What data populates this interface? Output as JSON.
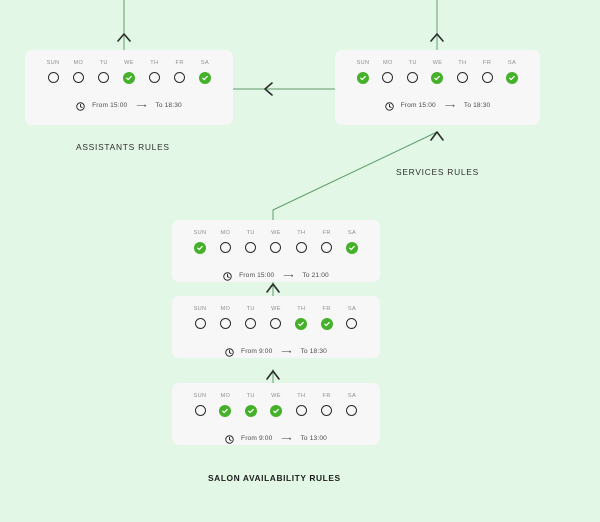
{
  "canvas": {
    "background_color": "#e2f7e5",
    "card_background_color": "#f7f7f7",
    "accent_color": "#45b02a",
    "edge_color": "#5f9e6d"
  },
  "icons": {
    "clock": "clock-icon",
    "check": "check-icon",
    "flow_arrow": "arrow-right-icon"
  },
  "day_labels": [
    "SUN",
    "MO",
    "TU",
    "WE",
    "TH",
    "FR",
    "SA"
  ],
  "time_prefix_from": "From",
  "time_prefix_to": "To",
  "cards": [
    {
      "id": "assistants-rule-card",
      "days": [
        {
          "label": "SUN",
          "checked": false
        },
        {
          "label": "MO",
          "checked": false
        },
        {
          "label": "TU",
          "checked": false
        },
        {
          "label": "WE",
          "checked": true
        },
        {
          "label": "TH",
          "checked": false
        },
        {
          "label": "FR",
          "checked": false
        },
        {
          "label": "SA",
          "checked": true
        }
      ],
      "from": "From 15:00",
      "to": "To 18:30"
    },
    {
      "id": "services-rule-card",
      "days": [
        {
          "label": "SUN",
          "checked": true
        },
        {
          "label": "MO",
          "checked": false
        },
        {
          "label": "TU",
          "checked": false
        },
        {
          "label": "WE",
          "checked": true
        },
        {
          "label": "TH",
          "checked": false
        },
        {
          "label": "FR",
          "checked": false
        },
        {
          "label": "SA",
          "checked": true
        }
      ],
      "from": "From 15:00",
      "to": "To 18:30"
    },
    {
      "id": "salon-rule-card-1",
      "days": [
        {
          "label": "SUN",
          "checked": true
        },
        {
          "label": "MO",
          "checked": false
        },
        {
          "label": "TU",
          "checked": false
        },
        {
          "label": "WE",
          "checked": false
        },
        {
          "label": "TH",
          "checked": false
        },
        {
          "label": "FR",
          "checked": false
        },
        {
          "label": "SA",
          "checked": true
        }
      ],
      "from": "From 15:00",
      "to": "To 21:00"
    },
    {
      "id": "salon-rule-card-2",
      "days": [
        {
          "label": "SUN",
          "checked": false
        },
        {
          "label": "MO",
          "checked": false
        },
        {
          "label": "TU",
          "checked": false
        },
        {
          "label": "WE",
          "checked": false
        },
        {
          "label": "TH",
          "checked": true
        },
        {
          "label": "FR",
          "checked": true
        },
        {
          "label": "SA",
          "checked": false
        }
      ],
      "from": "From 9:00",
      "to": "To 18:30"
    },
    {
      "id": "salon-rule-card-3",
      "days": [
        {
          "label": "SUN",
          "checked": false
        },
        {
          "label": "MO",
          "checked": true
        },
        {
          "label": "TU",
          "checked": true
        },
        {
          "label": "WE",
          "checked": true
        },
        {
          "label": "TH",
          "checked": false
        },
        {
          "label": "FR",
          "checked": false
        },
        {
          "label": "SA",
          "checked": false
        }
      ],
      "from": "From 9:00",
      "to": "To 13:00"
    }
  ],
  "labels": {
    "assistants": "ASSISTANTS RULES",
    "services": "SERVICES RULES",
    "salon": "SALON AVAILABILITY RULES"
  }
}
